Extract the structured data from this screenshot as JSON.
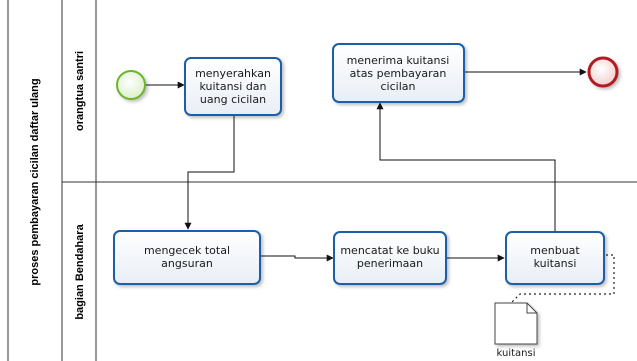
{
  "pool": {
    "title": "proses pembayaran cicilan  daftar ulang"
  },
  "lanes": [
    {
      "label": "orangtua santri"
    },
    {
      "label": "bagian Bendahara"
    }
  ],
  "tasks": {
    "menyerahkan": {
      "lines": [
        "menyerahkan",
        "kuitansi  dan",
        "uang cicilan"
      ]
    },
    "menerima": {
      "lines": [
        "menerima kuitansi",
        "atas pembayaran",
        "cicilan"
      ]
    },
    "mengecek": {
      "lines": [
        "mengecek total",
        "angsuran"
      ]
    },
    "mencatat": {
      "lines": [
        "mencatat ke buku",
        "penerimaan"
      ]
    },
    "membuat": {
      "lines": [
        "menbuat",
        "kuitansi"
      ]
    }
  },
  "data_object": {
    "label": "kuitansi"
  },
  "colors": {
    "task_border": "#1f5fa8",
    "task_fill": "#ffffff",
    "start_event": "#6ab42d",
    "end_event": "#b01e23",
    "lane_line": "#333333"
  }
}
